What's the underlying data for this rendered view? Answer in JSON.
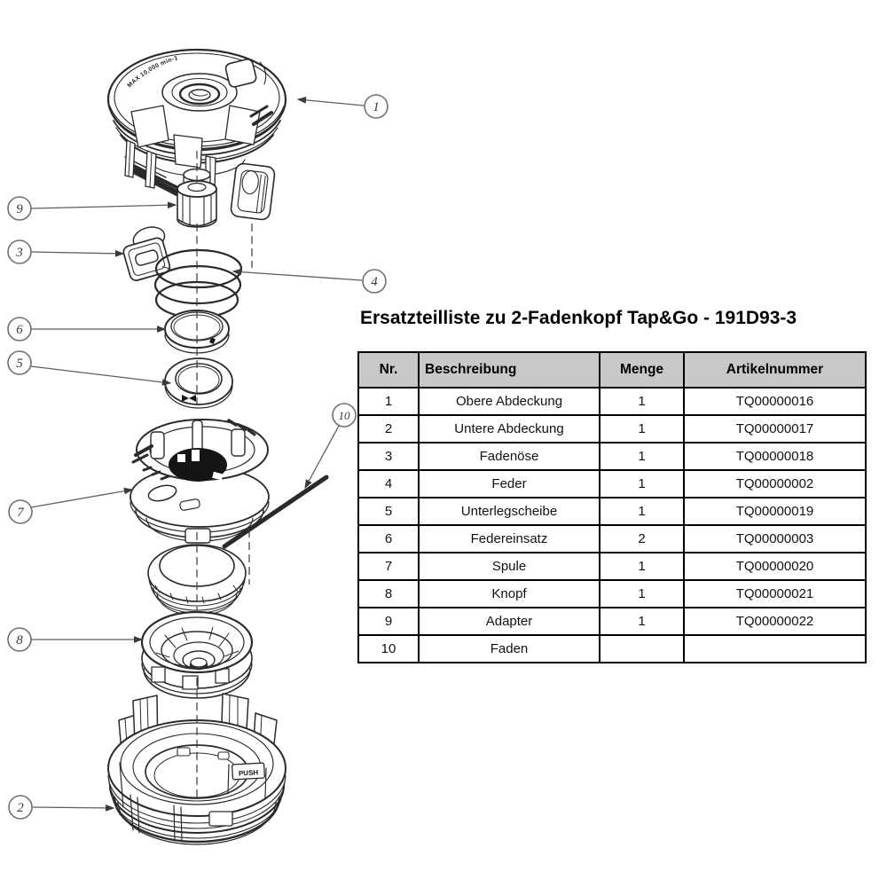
{
  "title": "Ersatzteilliste zu 2-Fadenkopf Tap&Go - 191D93-3",
  "parts_table": {
    "headers": {
      "nr": "Nr.",
      "beschreibung": "Beschreibung",
      "menge": "Menge",
      "artikelnummer": "Artikelnummer"
    },
    "rows": [
      {
        "nr": "1",
        "beschreibung": "Obere Abdeckung",
        "menge": "1",
        "artikelnummer": "TQ00000016"
      },
      {
        "nr": "2",
        "beschreibung": "Untere Abdeckung",
        "menge": "1",
        "artikelnummer": "TQ00000017"
      },
      {
        "nr": "3",
        "beschreibung": "Fadenöse",
        "menge": "1",
        "artikelnummer": "TQ00000018"
      },
      {
        "nr": "4",
        "beschreibung": "Feder",
        "menge": "1",
        "artikelnummer": "TQ00000002"
      },
      {
        "nr": "5",
        "beschreibung": "Unterlegscheibe",
        "menge": "1",
        "artikelnummer": "TQ00000019"
      },
      {
        "nr": "6",
        "beschreibung": "Federeinsatz",
        "menge": "2",
        "artikelnummer": "TQ00000003"
      },
      {
        "nr": "7",
        "beschreibung": "Spule",
        "menge": "1",
        "artikelnummer": "TQ00000020"
      },
      {
        "nr": "8",
        "beschreibung": "Knopf",
        "menge": "1",
        "artikelnummer": "TQ00000021"
      },
      {
        "nr": "9",
        "beschreibung": "Adapter",
        "menge": "1",
        "artikelnummer": "TQ00000022"
      },
      {
        "nr": "10",
        "beschreibung": "Faden",
        "menge": "",
        "artikelnummer": ""
      }
    ]
  },
  "diagram": {
    "kind": "exploded-parts-drawing",
    "push_label": "PUSH",
    "cap_marking": "MAX 10,000 min-1",
    "callouts": [
      {
        "label": "1",
        "part": "Obere Abdeckung"
      },
      {
        "label": "9",
        "part": "Adapter"
      },
      {
        "label": "3",
        "part": "Fadenöse"
      },
      {
        "label": "4",
        "part": "Feder"
      },
      {
        "label": "6",
        "part": "Federeinsatz"
      },
      {
        "label": "5",
        "part": "Unterlegscheibe"
      },
      {
        "label": "7",
        "part": "Spule"
      },
      {
        "label": "10",
        "part": "Faden"
      },
      {
        "label": "8",
        "part": "Knopf"
      },
      {
        "label": "2",
        "part": "Untere Abdeckung"
      }
    ]
  },
  "colors": {
    "line": "#2a2a2a",
    "callout_stroke": "#707070",
    "callout_text": "#3a3a3a",
    "table_border": "#000000",
    "table_header_bg": "#c8c8c8",
    "background": "#ffffff"
  }
}
